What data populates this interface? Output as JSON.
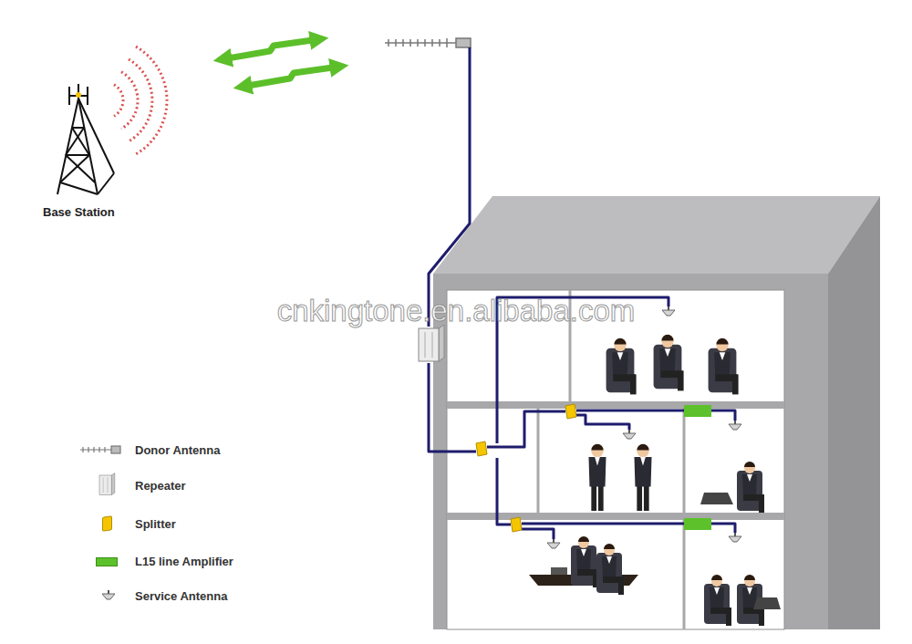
{
  "diagram": {
    "labels": [
      "Base Station",
      "cnkingtone.en.alibaba.com"
    ],
    "legend": [
      {
        "text": "Donor Antenna"
      },
      {
        "text": "Repeater"
      },
      {
        "text": "Splitter",
        "color": "#f5c500"
      },
      {
        "text": "L15 line Amplifier",
        "color": "#5cc12a"
      },
      {
        "text": "Service Antenna"
      }
    ]
  }
}
